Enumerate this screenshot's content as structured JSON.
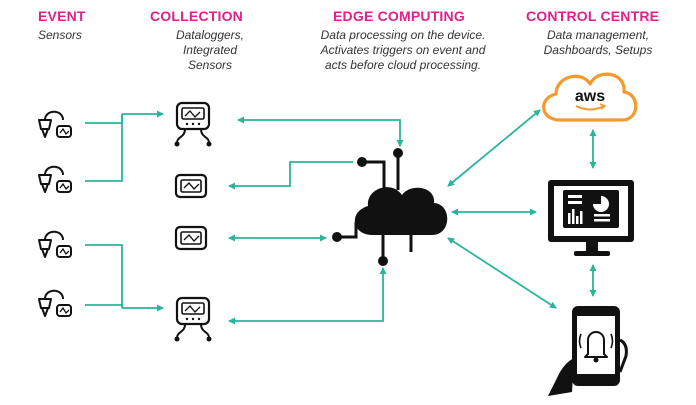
{
  "columns": {
    "event": {
      "title": "EVENT",
      "subtitle": "Sensors"
    },
    "collection": {
      "title": "COLLECTION",
      "subtitle_line1": "Dataloggers,",
      "subtitle_line2": "Integrated",
      "subtitle_line3": "Sensors"
    },
    "edge": {
      "title": "EDGE COMPUTING",
      "subtitle_line1": "Data processing on the device.",
      "subtitle_line2": "Activates triggers on event and",
      "subtitle_line3": "acts before cloud processing."
    },
    "control": {
      "title": "CONTROL CENTRE",
      "subtitle_line1": "Data management,",
      "subtitle_line2": "Dashboards, Setups"
    }
  },
  "logos": {
    "aws": "aws"
  },
  "colors": {
    "accent": "#e0218a",
    "connector": "#2bb59a",
    "icon": "#111111",
    "aws_orange": "#f29a2e"
  }
}
